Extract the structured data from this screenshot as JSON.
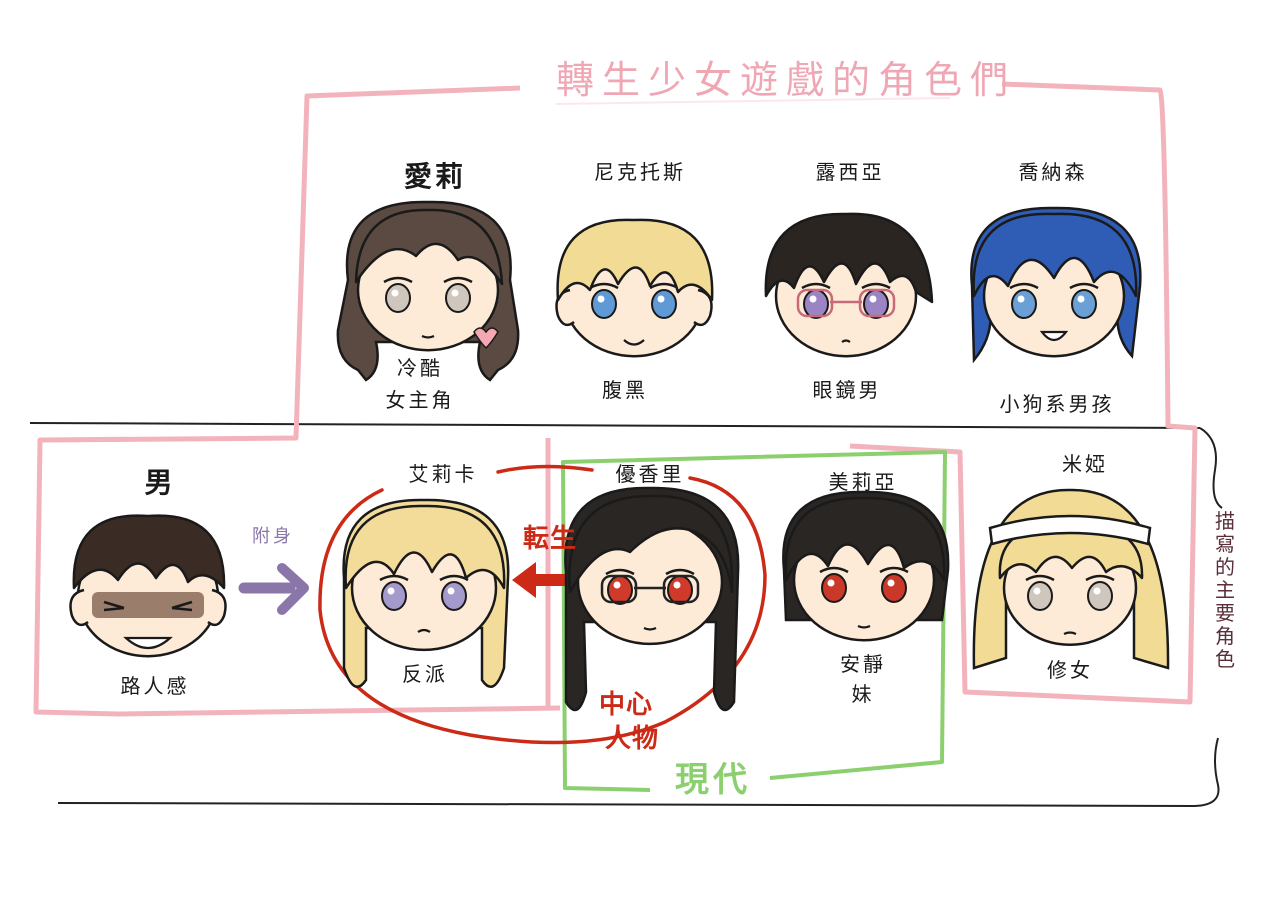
{
  "title": "轉生少女遊戲的角色們",
  "side_label": "描寫的主要角色",
  "game_characters": [
    {
      "id": "airi",
      "name": "愛莉",
      "trait_lines": [
        "冷酷",
        "女主角"
      ]
    },
    {
      "id": "nikutos",
      "name": "尼克托斯",
      "trait_lines": [
        "腹黑"
      ]
    },
    {
      "id": "lucia",
      "name": "露西亞",
      "trait_lines": [
        "眼鏡男"
      ]
    },
    {
      "id": "jonason",
      "name": "喬納森",
      "trait_lines": [
        "小狗系男孩"
      ]
    }
  ],
  "main_characters": [
    {
      "id": "man",
      "name": "男",
      "trait_lines": [
        "路人感"
      ]
    },
    {
      "id": "erika",
      "name": "艾莉卡",
      "trait_lines": [
        "反派"
      ]
    },
    {
      "id": "yukari",
      "name": "優香里",
      "trait_lines": []
    },
    {
      "id": "mirea",
      "name": "美莉亞",
      "trait_lines": [
        "安靜",
        "妹"
      ]
    },
    {
      "id": "mia",
      "name": "米婭",
      "trait_lines": [
        "修女"
      ]
    }
  ],
  "relations": {
    "possess": "附身",
    "reincarnation": "転生",
    "center_lines": [
      "中心",
      "人物"
    ],
    "modern": "現代"
  },
  "colors": {
    "pink": "#f2b3bd",
    "red": "#cc2a16",
    "green": "#8ccf6e",
    "purple": "#8a76a8",
    "ink": "#1a1a1a",
    "skin": "#fdebd8"
  }
}
